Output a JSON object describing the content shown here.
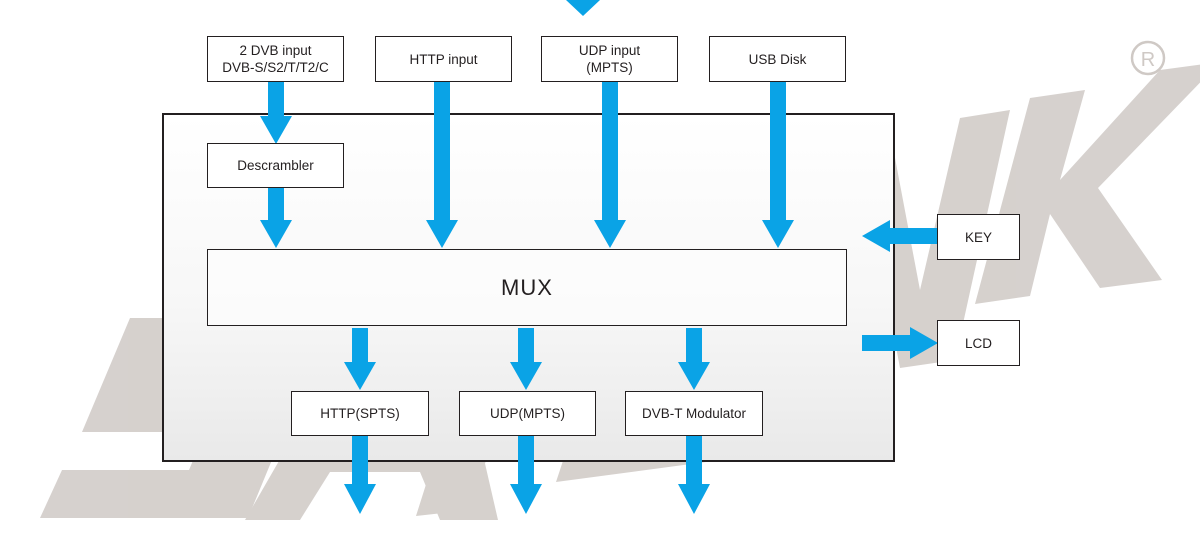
{
  "colors": {
    "arrow": "#0aa3e6",
    "watermark": "#cfc9c5",
    "border": "#231f20",
    "text": "#231f20"
  },
  "watermark": {
    "brand": "SATLINK",
    "registered_mark": "R"
  },
  "inputs": {
    "dvb": "2 DVB input\nDVB-S/S2/T/T2/C",
    "http": "HTTP input",
    "udp": "UDP input\n(MPTS)",
    "usb": "USB Disk"
  },
  "processing": {
    "descrambler": "Descrambler",
    "mux": "MUX"
  },
  "outputs": {
    "http": "HTTP(SPTS)",
    "udp": "UDP(MPTS)",
    "dvbt": "DVB-T Modulator"
  },
  "peripherals": {
    "key": "KEY",
    "lcd": "LCD"
  }
}
